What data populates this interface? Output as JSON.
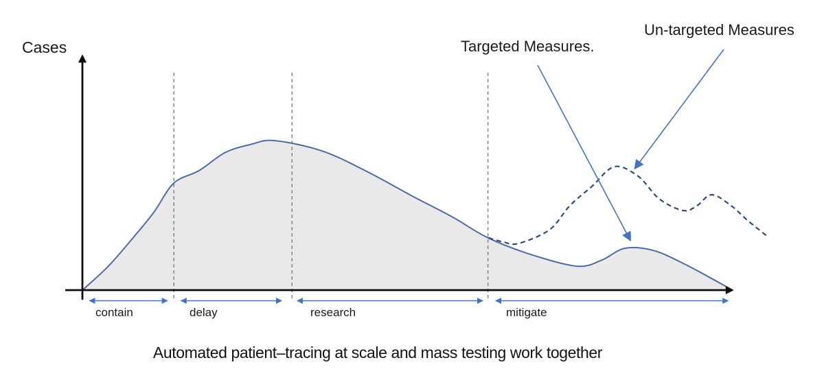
{
  "labels": {
    "y_axis": "Cases",
    "targeted": "Targeted Measures.",
    "untargeted": "Un-targeted Measures",
    "caption": "Automated patient–tracing at scale and mass testing work together"
  },
  "colors": {
    "accent_blue": "#4472c4",
    "solid_curve": "#4e6aa3",
    "dashed_curve": "#2e4a7d",
    "curve_fill": "#e9e9ea",
    "divider_gray": "#808080",
    "axis_black": "#0d0d0d",
    "text": "#1a1a1a"
  },
  "chart_data": {
    "type": "line",
    "title": "",
    "xlabel": "",
    "ylabel": "Cases",
    "x_axis_note": "unlabeled relative time axis, 0-100",
    "y_axis_note": "unlabeled relative case-count axis, 0-100",
    "grid": false,
    "legend_position": "annotated arrows instead of legend",
    "series": [
      {
        "name": "Targeted Measures",
        "line_style": "solid",
        "filled": true,
        "points": [
          [
            0,
            0
          ],
          [
            4,
            16
          ],
          [
            8,
            36
          ],
          [
            11,
            52
          ],
          [
            14.1,
            71.6
          ],
          [
            18,
            80
          ],
          [
            22,
            92
          ],
          [
            26,
            97.5
          ],
          [
            29.6,
            100
          ],
          [
            37,
            93
          ],
          [
            44,
            79
          ],
          [
            50.8,
            63
          ],
          [
            57,
            49
          ],
          [
            62.5,
            35
          ],
          [
            69,
            24
          ],
          [
            76.2,
            16
          ],
          [
            80,
            20
          ],
          [
            83.6,
            28
          ],
          [
            88,
            26.5
          ],
          [
            93,
            17
          ],
          [
            100,
            0.5
          ]
        ]
      },
      {
        "name": "Un-targeted Measures",
        "line_style": "dashed",
        "filled": false,
        "points": [
          [
            62.6,
            35
          ],
          [
            64.8,
            32.3
          ],
          [
            67.2,
            31.2
          ],
          [
            72,
            40.4
          ],
          [
            75.1,
            56.4
          ],
          [
            78.5,
            69.3
          ],
          [
            82,
            82.6
          ],
          [
            85.7,
            76
          ],
          [
            88.9,
            61
          ],
          [
            92.6,
            53.2
          ],
          [
            94.7,
            56.4
          ],
          [
            97,
            63.8
          ],
          [
            100,
            56.4
          ],
          [
            102.6,
            46.3
          ],
          [
            105.6,
            35.8
          ]
        ]
      }
    ],
    "phase_dividers_x": [
      14.1,
      32.3,
      62.5
    ],
    "phases": [
      {
        "label": "contain",
        "x_start": 1.1,
        "x_end": 13.1
      },
      {
        "label": "delay",
        "x_start": 15.2,
        "x_end": 30.7
      },
      {
        "label": "research",
        "x_start": 33.1,
        "x_end": 61.7
      },
      {
        "label": "mitigate",
        "x_start": 63.7,
        "x_end": 99.5
      }
    ],
    "annotations": [
      {
        "text": "Targeted Measures.",
        "points_to": "secondary bump of the solid curve"
      },
      {
        "text": "Un-targeted Measures",
        "points_to": "peak of the dashed curve"
      }
    ]
  }
}
